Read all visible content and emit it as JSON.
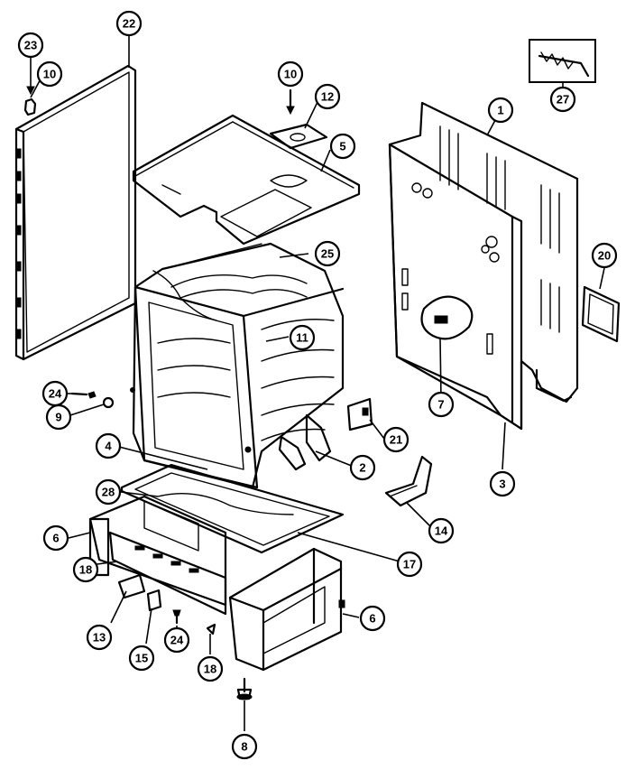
{
  "callouts": [
    {
      "id": "c1",
      "label": "1"
    },
    {
      "id": "c2",
      "label": "2"
    },
    {
      "id": "c3",
      "label": "3"
    },
    {
      "id": "c4",
      "label": "4"
    },
    {
      "id": "c5",
      "label": "5"
    },
    {
      "id": "c6a",
      "label": "6"
    },
    {
      "id": "c6b",
      "label": "6"
    },
    {
      "id": "c7",
      "label": "7"
    },
    {
      "id": "c8",
      "label": "8"
    },
    {
      "id": "c9",
      "label": "9"
    },
    {
      "id": "c10a",
      "label": "10"
    },
    {
      "id": "c10b",
      "label": "10"
    },
    {
      "id": "c11",
      "label": "11"
    },
    {
      "id": "c12",
      "label": "12"
    },
    {
      "id": "c13",
      "label": "13"
    },
    {
      "id": "c14",
      "label": "14"
    },
    {
      "id": "c15",
      "label": "15"
    },
    {
      "id": "c17",
      "label": "17"
    },
    {
      "id": "c18a",
      "label": "18"
    },
    {
      "id": "c18b",
      "label": "18"
    },
    {
      "id": "c20",
      "label": "20"
    },
    {
      "id": "c21",
      "label": "21"
    },
    {
      "id": "c22",
      "label": "22"
    },
    {
      "id": "c23",
      "label": "23"
    },
    {
      "id": "c24a",
      "label": "24"
    },
    {
      "id": "c24b",
      "label": "24"
    },
    {
      "id": "c25",
      "label": "25"
    },
    {
      "id": "c27",
      "label": "27"
    },
    {
      "id": "c28",
      "label": "28"
    }
  ]
}
